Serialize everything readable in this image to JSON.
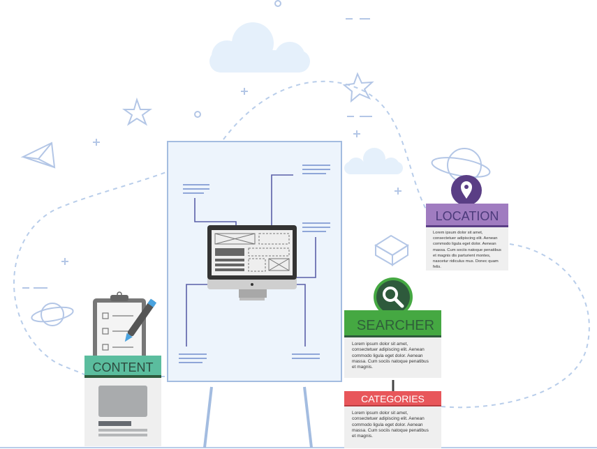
{
  "cards": {
    "location": {
      "title": "LOCATION",
      "text": "Lorem ipsum dolor sit amet, consectetuer adipiscing elit. Aenean commodo ligula eget dolor. Aenean massa. Cum sociis natoque penatibus et magnis dis parturient montes, nascetur ridiculus mus. Donec quam felis.",
      "icon": "map-pin-icon"
    },
    "searcher": {
      "title": "SEARCHER",
      "text": "Lorem ipsum dolor sit amet, consectetuer adipiscing elit. Aenean commodo ligula eget dolor. Aenean massa. Cum sociis natoque penatibus et magnis.",
      "icon": "search-icon"
    },
    "categories": {
      "title": "CATEGORIES",
      "text": "Lorem ipsum dolor sit amet, consectetuer adipiscing elit. Aenean commodo ligula eget dolor. Aenean massa. Cum sociis natoque penatibus et magnis."
    },
    "content": {
      "title": "CONTENT",
      "icon": "clipboard-icon"
    }
  },
  "colors": {
    "location": "#a07cc0",
    "searcher": "#45a842",
    "categories": "#e8565a",
    "content": "#5bbd9e",
    "line": "#a3bce0"
  }
}
